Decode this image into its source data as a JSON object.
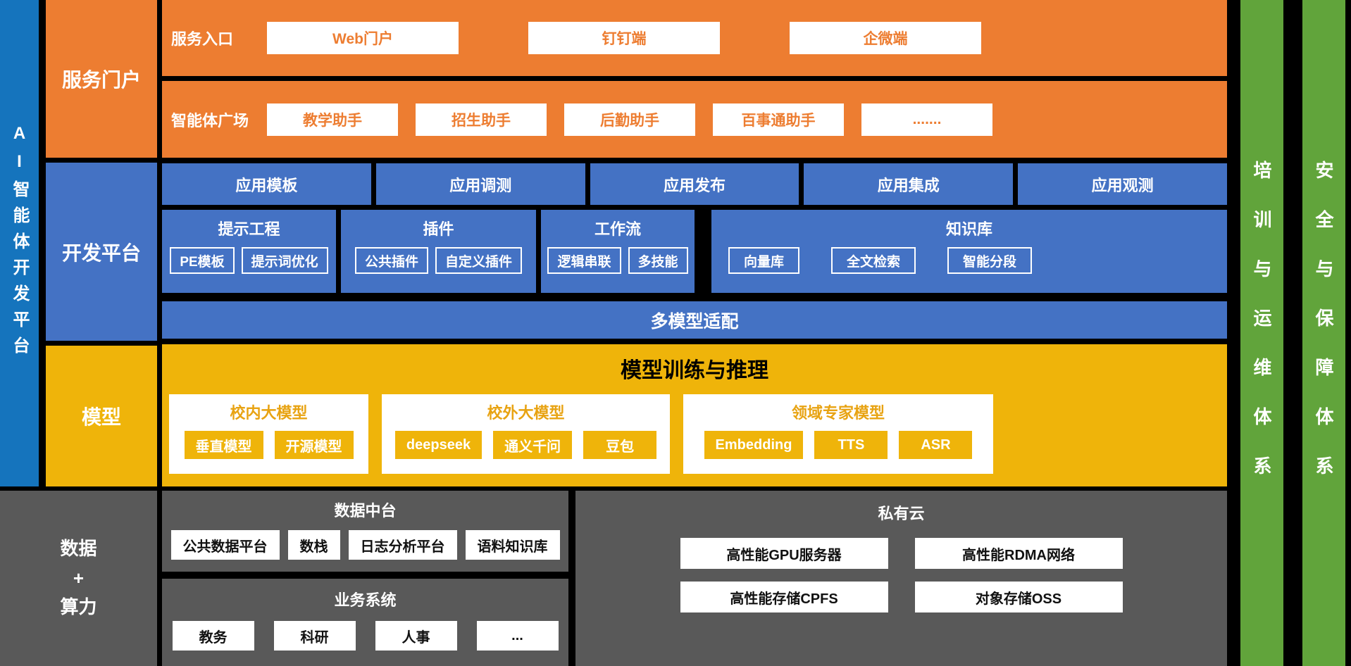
{
  "colors": {
    "background": "#000000",
    "orange": "#ED7D31",
    "left_bar_blue": "#1574BD",
    "dev_blue": "#4472C4",
    "gold": "#EFB40A",
    "dark_gray": "#595959",
    "green": "#61A43B",
    "white": "#FFFFFF"
  },
  "left_bar": {
    "label": "AI智能体开发平台"
  },
  "right_bars": {
    "training": "培训与运维体系",
    "security": "安全与保障体系"
  },
  "service_portal": {
    "label": "服务门户",
    "entry": {
      "label": "服务入口",
      "items": [
        "Web门户",
        "钉钉端",
        "企微端"
      ]
    },
    "plaza": {
      "label": "智能体广场",
      "items": [
        "教学助手",
        "招生助手",
        "后勤助手",
        "百事通助手",
        "......."
      ]
    }
  },
  "dev_platform": {
    "label": "开发平台",
    "top_row": [
      "应用模板",
      "应用调测",
      "应用发布",
      "应用集成",
      "应用观测"
    ],
    "groups": [
      {
        "title": "提示工程",
        "items": [
          "PE模板",
          "提示词优化"
        ]
      },
      {
        "title": "插件",
        "items": [
          "公共插件",
          "自定义插件"
        ]
      },
      {
        "title": "工作流",
        "items": [
          "逻辑串联",
          "多技能"
        ]
      },
      {
        "title": "知识库",
        "items": [
          "向量库",
          "全文检索",
          "智能分段"
        ]
      }
    ],
    "bottom_bar": "多模型适配"
  },
  "model_layer": {
    "label": "模型",
    "title": "模型训练与推理",
    "groups": [
      {
        "title": "校内大模型",
        "items": [
          "垂直模型",
          "开源模型"
        ]
      },
      {
        "title": "校外大模型",
        "items": [
          "deepseek",
          "通义千问",
          "豆包"
        ]
      },
      {
        "title": "领域专家模型",
        "items": [
          "Embedding",
          "TTS",
          "ASR"
        ]
      }
    ]
  },
  "data_layer": {
    "label": "数据\n+\n算力",
    "data_mid": {
      "title": "数据中台",
      "items": [
        "公共数据平台",
        "数栈",
        "日志分析平台",
        "语料知识库"
      ]
    },
    "business": {
      "title": "业务系统",
      "items": [
        "教务",
        "科研",
        "人事",
        "..."
      ]
    },
    "private_cloud": {
      "title": "私有云",
      "items": [
        "高性能GPU服务器",
        "高性能RDMA网络",
        "高性能存储CPFS",
        "对象存储OSS"
      ]
    }
  }
}
